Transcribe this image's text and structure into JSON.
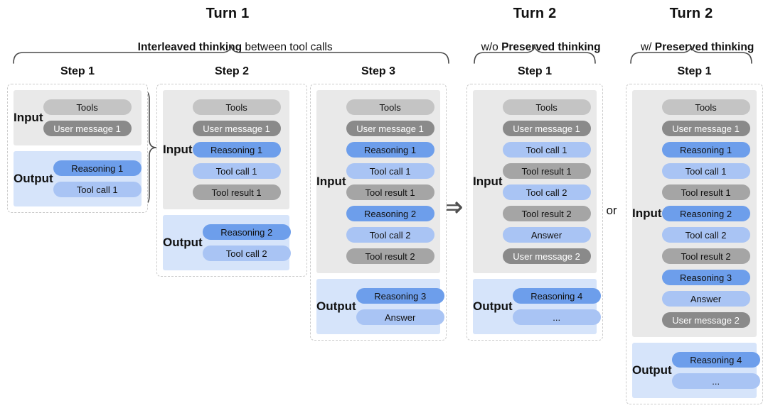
{
  "header": {
    "turn1": {
      "title": "Turn 1",
      "subtitle_bold": "Interleaved thinking",
      "subtitle_rest": " between tool calls"
    },
    "turn2_without": {
      "title": "Turn 2",
      "subtitle_prefix": "w/o ",
      "subtitle_bold": "Preserved thinking"
    },
    "turn2_with": {
      "title": "Turn 2",
      "subtitle_prefix": "w/ ",
      "subtitle_bold": "Preserved thinking"
    }
  },
  "connectors": {
    "arrow_symbol": "⇒",
    "or_label": "or"
  },
  "colors": {
    "input_bg": "#e9e9e9",
    "output_bg": "#d6e4fa",
    "pill_text": "#111111",
    "pill_text_inverse": "#ffffff",
    "brace": "#4a4a4a",
    "pill": {
      "tools": "#c4c4c4",
      "user_message": "#8a8a8a",
      "tool_result": "#a5a5a5",
      "reasoning": "#6d9eeb",
      "tool_call": "#a9c4f4",
      "answer": "#a9c4f4",
      "ellipsis": "#a9c4f4"
    }
  },
  "columns": [
    {
      "id": "turn1-step1",
      "step_label": "Step 1",
      "input": {
        "label": "Input",
        "pills": [
          {
            "text": "Tools",
            "type": "tools"
          },
          {
            "text": "User message 1",
            "type": "user_message"
          }
        ]
      },
      "output": {
        "label": "Output",
        "pills": [
          {
            "text": "Reasoning 1",
            "type": "reasoning"
          },
          {
            "text": "Tool call 1",
            "type": "tool_call"
          }
        ]
      }
    },
    {
      "id": "turn1-step2",
      "step_label": "Step 2",
      "input": {
        "label": "Input",
        "pills": [
          {
            "text": "Tools",
            "type": "tools"
          },
          {
            "text": "User message 1",
            "type": "user_message"
          },
          {
            "text": "Reasoning 1",
            "type": "reasoning"
          },
          {
            "text": "Tool call 1",
            "type": "tool_call"
          },
          {
            "text": "Tool result 1",
            "type": "tool_result"
          }
        ]
      },
      "output": {
        "label": "Output",
        "pills": [
          {
            "text": "Reasoning 2",
            "type": "reasoning"
          },
          {
            "text": "Tool call 2",
            "type": "tool_call"
          }
        ]
      }
    },
    {
      "id": "turn1-step3",
      "step_label": "Step 3",
      "input": {
        "label": "Input",
        "pills": [
          {
            "text": "Tools",
            "type": "tools"
          },
          {
            "text": "User message 1",
            "type": "user_message"
          },
          {
            "text": "Reasoning 1",
            "type": "reasoning"
          },
          {
            "text": "Tool call 1",
            "type": "tool_call"
          },
          {
            "text": "Tool result 1",
            "type": "tool_result"
          },
          {
            "text": "Reasoning 2",
            "type": "reasoning"
          },
          {
            "text": "Tool call 2",
            "type": "tool_call"
          },
          {
            "text": "Tool result 2",
            "type": "tool_result"
          }
        ]
      },
      "output": {
        "label": "Output",
        "pills": [
          {
            "text": "Reasoning 3",
            "type": "reasoning"
          },
          {
            "text": "Answer",
            "type": "answer"
          }
        ]
      }
    },
    {
      "id": "turn2-without-step1",
      "step_label": "Step 1",
      "input": {
        "label": "Input",
        "pills": [
          {
            "text": "Tools",
            "type": "tools"
          },
          {
            "text": "User message 1",
            "type": "user_message"
          },
          {
            "text": "Tool call 1",
            "type": "tool_call"
          },
          {
            "text": "Tool result 1",
            "type": "tool_result"
          },
          {
            "text": "Tool call 2",
            "type": "tool_call"
          },
          {
            "text": "Tool result 2",
            "type": "tool_result"
          },
          {
            "text": "Answer",
            "type": "answer"
          },
          {
            "text": "User message 2",
            "type": "user_message"
          }
        ]
      },
      "output": {
        "label": "Output",
        "pills": [
          {
            "text": "Reasoning 4",
            "type": "reasoning"
          },
          {
            "text": "...",
            "type": "ellipsis"
          }
        ]
      }
    },
    {
      "id": "turn2-with-step1",
      "step_label": "Step 1",
      "input": {
        "label": "Input",
        "pills": [
          {
            "text": "Tools",
            "type": "tools"
          },
          {
            "text": "User message 1",
            "type": "user_message"
          },
          {
            "text": "Reasoning 1",
            "type": "reasoning"
          },
          {
            "text": "Tool call 1",
            "type": "tool_call"
          },
          {
            "text": "Tool result 1",
            "type": "tool_result"
          },
          {
            "text": "Reasoning 2",
            "type": "reasoning"
          },
          {
            "text": "Tool call 2",
            "type": "tool_call"
          },
          {
            "text": "Tool result 2",
            "type": "tool_result"
          },
          {
            "text": "Reasoning 3",
            "type": "reasoning"
          },
          {
            "text": "Answer",
            "type": "answer"
          },
          {
            "text": "User message 2",
            "type": "user_message"
          }
        ]
      },
      "output": {
        "label": "Output",
        "pills": [
          {
            "text": "Reasoning 4",
            "type": "reasoning"
          },
          {
            "text": "...",
            "type": "ellipsis"
          }
        ]
      }
    }
  ]
}
